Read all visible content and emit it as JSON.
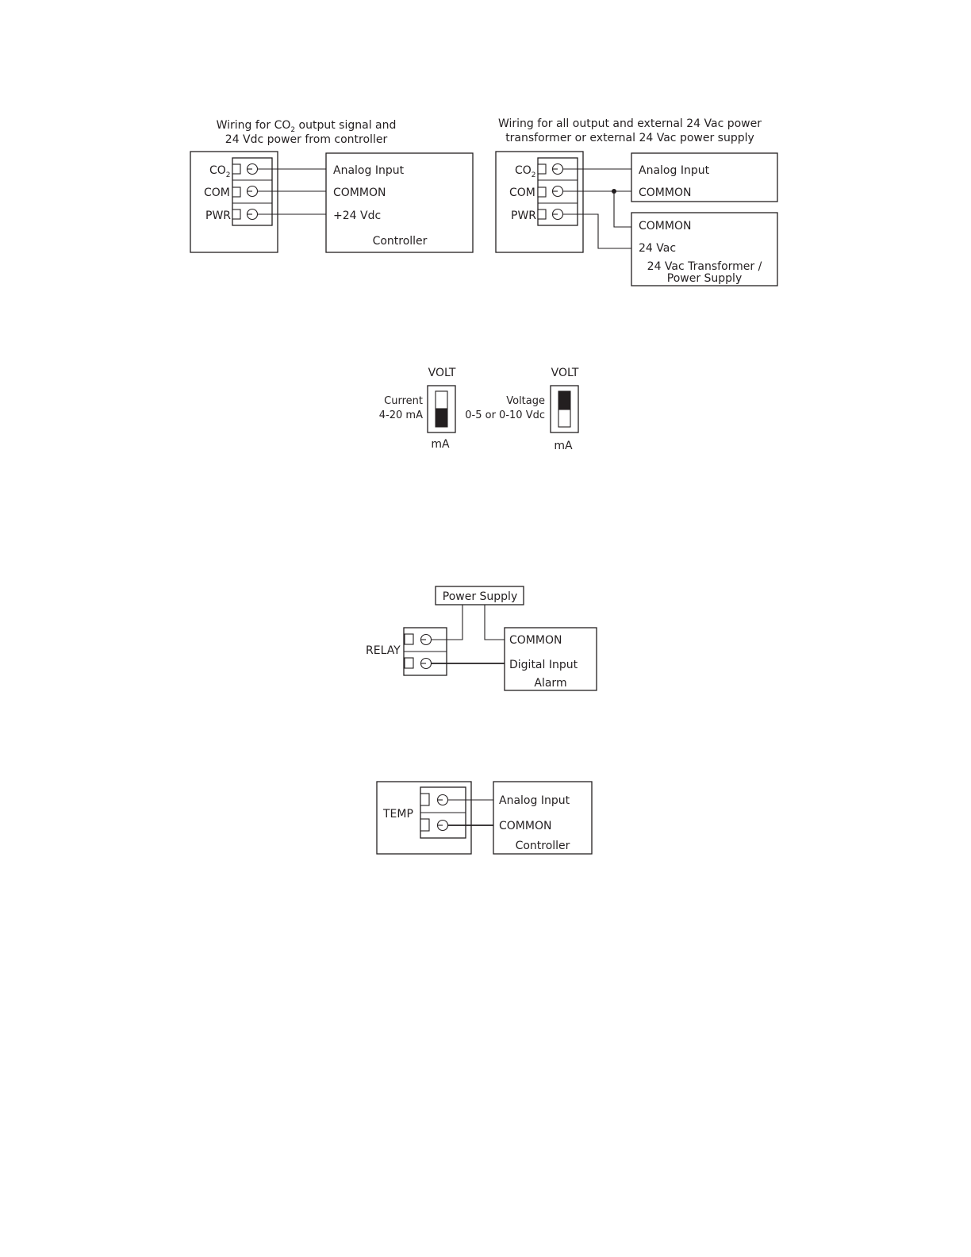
{
  "wiring_co2": {
    "title_line1_pre": "Wiring for CO",
    "title_sub": "2",
    "title_line1_post": " output signal and",
    "title_line2": "24 Vdc power from controller",
    "sensor_terminals": {
      "co2_main": "CO",
      "co2_sub": "2",
      "com": "COM",
      "pwr": "PWR"
    },
    "controller": {
      "analog_input": "Analog Input",
      "common": "COMMON",
      "pwr": "+24 Vdc",
      "name": "Controller"
    }
  },
  "wiring_external": {
    "title_line1": "Wiring for all output and external 24 Vac power",
    "title_line2": "transformer or external 24 Vac power supply",
    "sensor_terminals": {
      "co2_main": "CO",
      "co2_sub": "2",
      "com": "COM",
      "pwr": "PWR"
    },
    "controller": {
      "analog_input": "Analog Input",
      "common": "COMMON"
    },
    "transformer": {
      "common": "COMMON",
      "vac": "24 Vac",
      "name_line1": "24 Vac Transformer /",
      "name_line2": "Power Supply"
    }
  },
  "jumpers": {
    "current": {
      "top": "VOLT",
      "label_line1": "Current",
      "label_line2": "4-20 mA",
      "bottom": "mA",
      "position": "mA"
    },
    "voltage": {
      "top": "VOLT",
      "label_line1": "Voltage",
      "label_line2": "0-5 or 0-10 Vdc",
      "bottom": "mA",
      "position": "VOLT"
    }
  },
  "relay": {
    "power_supply": "Power Supply",
    "relay_label": "RELAY",
    "common": "COMMON",
    "digital_input": "Digital Input",
    "alarm": "Alarm"
  },
  "temp": {
    "temp_label": "TEMP",
    "analog_input": "Analog Input",
    "common": "COMMON",
    "controller": "Controller"
  }
}
